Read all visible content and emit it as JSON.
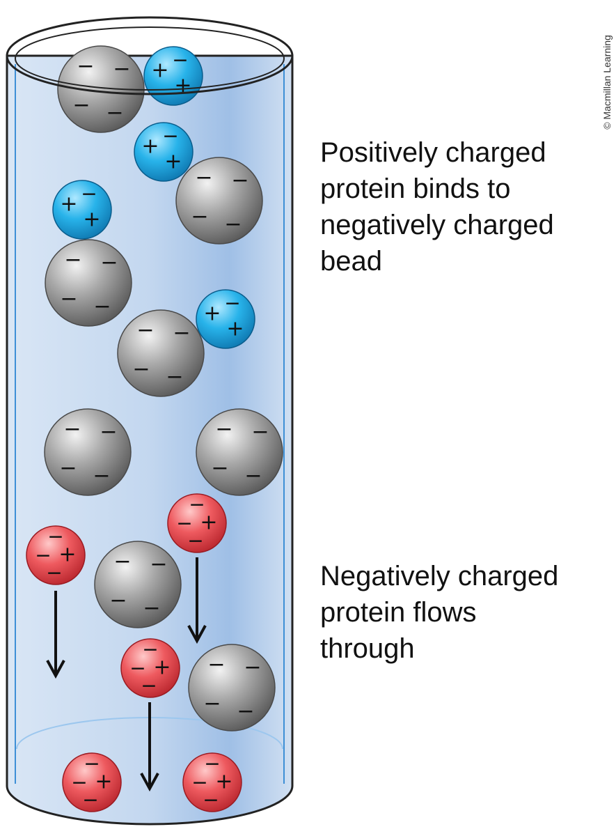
{
  "labels": {
    "bound_protein": [
      "Positively charged",
      "protein binds to",
      "negatively charged",
      "bead"
    ],
    "flow_protein": [
      "Negatively charged",
      "protein flows",
      "through"
    ]
  },
  "credit": "© Macmillan Learning",
  "signs": {
    "plus": "+",
    "minus": "−"
  },
  "colors": {
    "column_fill": "#c9dcf1",
    "column_outline": "#222222",
    "column_inner_edge": "#3d8fd6",
    "bead": "#8c8c8c",
    "positive_protein": "#19a6e0",
    "negative_protein": "#e8474d",
    "arrow": "#111111",
    "text": "#111111"
  }
}
